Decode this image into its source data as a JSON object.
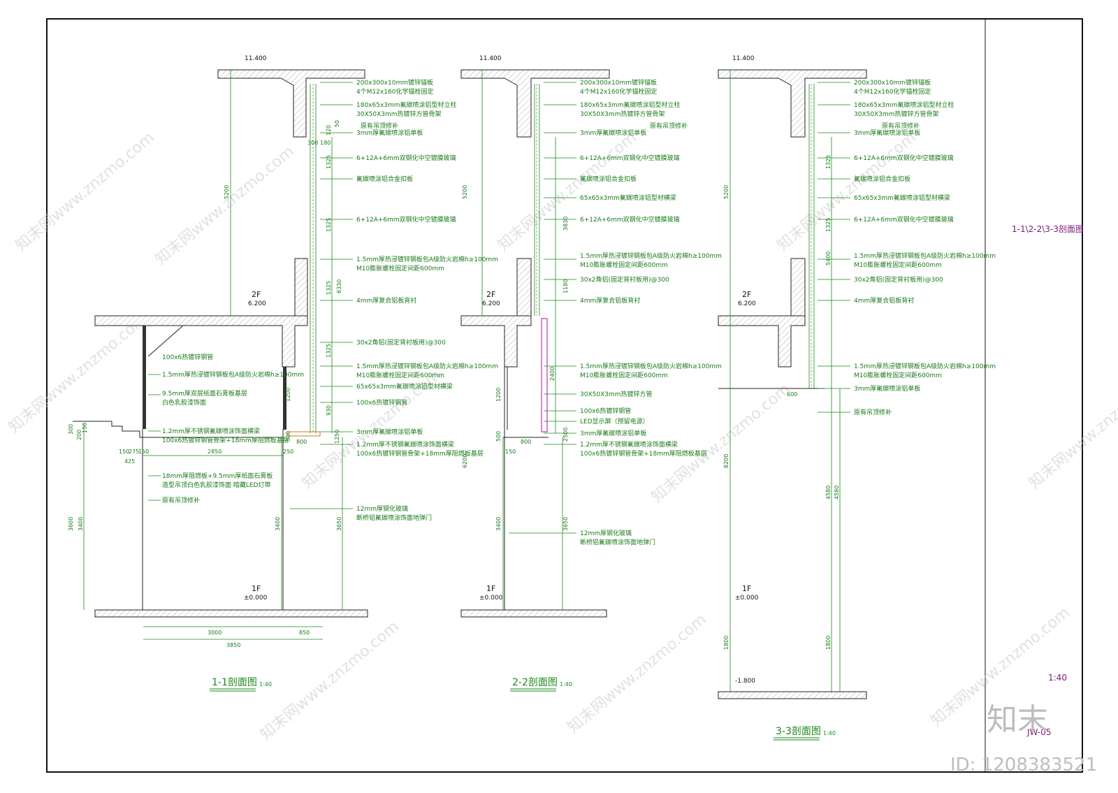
{
  "sheet": {
    "side_title": "1-1\\2-2\\3-3剖面图",
    "scale": "1:40",
    "drawing_no": "JW-05",
    "watermark_logo": "知末",
    "watermark_id": "ID: 1208383521",
    "watermark_url": "知末网www.znzmo.com"
  },
  "levels": {
    "top": "11.400",
    "floor2_label": "2F",
    "floor2_value": "6.200",
    "floor1_label": "1F",
    "floor1_value": "±0.000",
    "basement": "-1.800"
  },
  "sections": [
    {
      "id": "1-1",
      "title": "1-1剖面图",
      "scale": "1:40",
      "notes": [
        "200x300x10mm镀锌锚板",
        "4个M12x160化学锚栓固定",
        "180x65x3mm氟碳喷涂铝型材立柱",
        "30X50X3mm热镀锌方管骨架",
        "原有吊顶修补",
        "3mm厚氟碳喷涂铝单板",
        "6+12A+6mm双钢化中空镀膜玻璃",
        "氟碳喷涂铝合金扣板",
        "6+12A+6mm双钢化中空镀膜玻璃",
        "1.5mm厚热浸镀锌钢板包A级防火岩棉h≥100mm",
        "M10膨胀螺栓固定间距600mm",
        "4mm厚复合铝板背衬",
        "30x2角铝(固定背衬板用)@300",
        "1.5mm厚热浸镀锌钢板包A级防火岩棉h≥100mm",
        "M10膨胀螺栓固定间距600mm",
        "65x65x3mm氟碳喷涂铝型材横梁",
        "100x6热镀锌钢管",
        "3mm厚氟碳喷涂铝单板",
        "1.2mm厚不锈钢氟碳喷涂饰面横梁",
        "100x6热镀锌钢管骨架+18mm厚阻燃板基层",
        "12mm厚钢化玻璃",
        "断桥铝氟碳喷涂饰面地弹门"
      ],
      "left_notes": [
        "100x6热镀锌钢管",
        "1.5mm厚热浸镀锌钢板包A级防火岩棉h≥100mm",
        "9.5mm厚双层纸面石膏板基层",
        "白色乳胶漆饰面",
        "1.2mm厚不锈钢氟碳喷涂饰面横梁",
        "100x6热镀锌钢管骨架+18mm厚阻燃板基层",
        "18mm厚阻燃板+9.5mm厚纸面石膏板",
        "造型吊顶白色乳胶漆饰面 暗藏LED灯带",
        "原有吊顶修补"
      ],
      "dims": [
        "5200",
        "1325",
        "1325",
        "1325",
        "1325",
        "6330",
        "300",
        "180",
        "120",
        "50",
        "800",
        "500",
        "1200",
        "930",
        "1250",
        "3400",
        "3650",
        "3600",
        "3400",
        "3000",
        "850",
        "3850",
        "2850",
        "150",
        "275",
        "150",
        "425",
        "300",
        "200",
        "150",
        "250"
      ]
    },
    {
      "id": "2-2",
      "title": "2-2剖面图",
      "scale": "1:40",
      "notes": [
        "200x300x10mm镀锌锚板",
        "4个M12x160化学锚栓固定",
        "180x65x3mm氟碳喷涂铝型材立柱",
        "30X50X3mm热镀锌方管骨架",
        "原有吊顶修补",
        "3mm厚氟碳喷涂铝单板",
        "6+12A+6mm双钢化中空镀膜玻璃",
        "氟碳喷涂铝合金扣板",
        "65x65x3mm氟碳喷涂铝型材横梁",
        "6+12A+6mm双钢化中空镀膜玻璃",
        "1.5mm厚热浸镀锌钢板包A级防火岩棉h≥100mm",
        "M10膨胀螺栓固定间距600mm",
        "30x2角铝(固定背衬板用)@300",
        "4mm厚复合铝板背衬",
        "1.5mm厚热浸镀锌钢板包A级防火岩棉h≥100mm",
        "M10膨胀螺栓固定间距600mm",
        "30X50X3mm热镀锌方管",
        "100x6热镀锌钢管",
        "LED显示屏（预留电源）",
        "3mm厚氟碳喷涂铝单板",
        "1.2mm厚不锈钢氟碳喷涂饰面横梁",
        "100x6热镀锌钢管骨架+18mm厚阻燃板基层",
        "12mm厚钢化玻璃",
        "断桥铝氟碳喷涂饰面地弹门"
      ],
      "dims": [
        "5200",
        "3830",
        "1180",
        "2400",
        "2500",
        "800",
        "500",
        "1200",
        "3400",
        "3650",
        "6200",
        "150"
      ]
    },
    {
      "id": "3-3",
      "title": "3-3剖面图",
      "scale": "1:40",
      "notes": [
        "200x300x10mm镀锌锚板",
        "4个M12x160化学锚栓固定",
        "180x65x3mm氟碳喷涂铝型材立柱",
        "30X50X3mm热镀锌方管骨架",
        "原有吊顶修补",
        "3mm厚氟碳喷涂铝单板",
        "6+12A+6mm双钢化中空镀膜玻璃",
        "氟碳喷涂铝合金扣板",
        "65x65x3mm氟碳喷涂铝型材横梁",
        "6+12A+6mm双钢化中空镀膜玻璃",
        "1.5mm厚热浸镀锌钢板包A级防火岩棉h≥100mm",
        "M10膨胀螺栓固定间距600mm",
        "30x2角铝(固定背衬板用)@300",
        "4mm厚复合铝板背衬",
        "1.5mm厚热浸镀锌钢板包A级防火岩棉h≥100mm",
        "M10膨胀螺栓固定间距600mm",
        "3mm厚氟碳喷涂铝单板",
        "原有吊顶修补"
      ],
      "dims": [
        "5200",
        "1325",
        "1325",
        "5400",
        "600",
        "4580",
        "4580",
        "1800",
        "1800",
        "8200"
      ]
    }
  ]
}
